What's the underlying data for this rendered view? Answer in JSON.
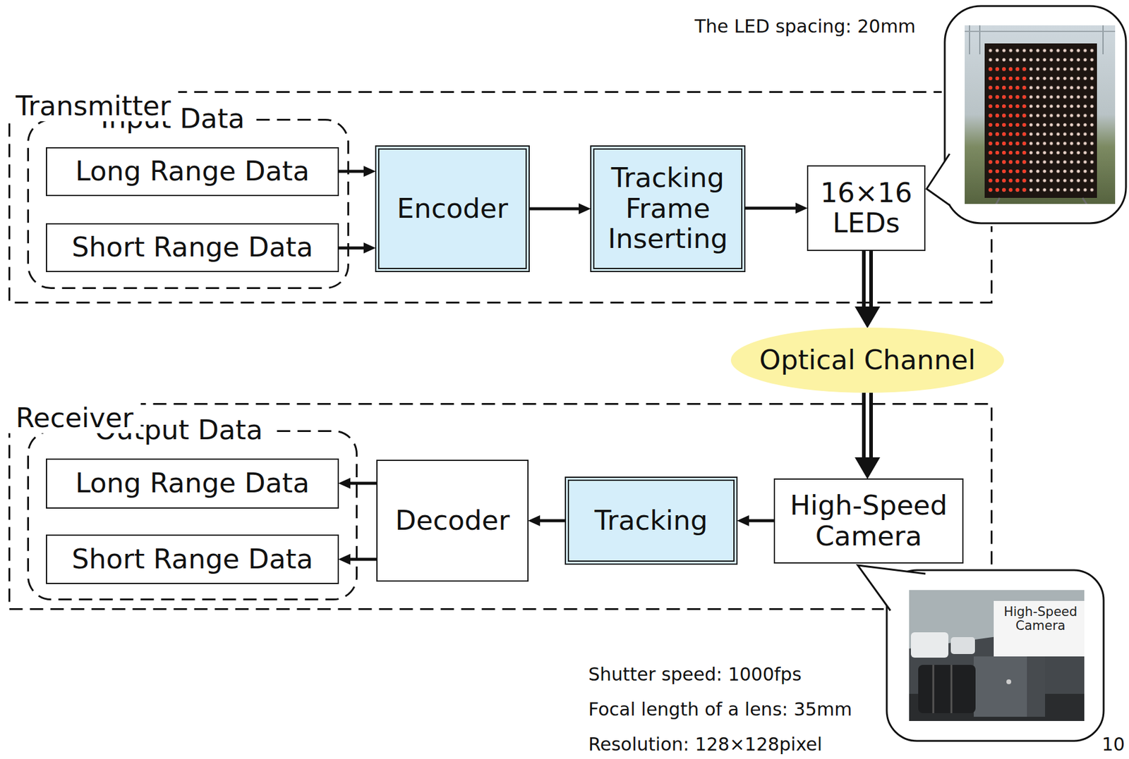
{
  "diagram": {
    "nodes": [
      {
        "text": [
          "Transmitter"
        ]
      },
      {
        "text": [
          "Input Data"
        ],
        "in": 0
      },
      {
        "text": [
          "Long Range Data"
        ],
        "in": 1
      },
      {
        "text": [
          "Short Range Data"
        ],
        "in": 1
      },
      {
        "text": [
          "Encoder"
        ],
        "in": 0
      },
      {
        "text": [
          "Tracking Frame Inserting"
        ],
        "in": 0
      },
      {
        "text": [
          "16×16 LEDs"
        ],
        "in": 0
      },
      {
        "text": [
          "Optical Channel"
        ]
      },
      {
        "text": [
          "Receiver"
        ]
      },
      {
        "text": [
          "Output Data"
        ],
        "in": 8
      },
      {
        "text": [
          "Long Range Data"
        ],
        "in": 9
      },
      {
        "text": [
          "Short Range Data"
        ],
        "in": 9
      },
      {
        "text": [
          "Decoder"
        ],
        "in": 8
      },
      {
        "text": [
          "Tracking"
        ],
        "in": 8
      },
      {
        "text": [
          "High-Speed Camera"
        ],
        "in": 8
      }
    ],
    "edges": [
      {
        "from": 2,
        "to": 4,
        "arrow": "to"
      },
      {
        "from": 3,
        "to": 4,
        "arrow": "to"
      },
      {
        "from": 4,
        "to": 5,
        "arrow": "to"
      },
      {
        "from": 5,
        "to": 6,
        "arrow": "to"
      },
      {
        "from": 6,
        "to": 7,
        "arrow": "to"
      },
      {
        "from": 7,
        "to": 14,
        "arrow": "to"
      },
      {
        "from": 14,
        "to": 13,
        "arrow": "to"
      },
      {
        "from": 13,
        "to": 12,
        "arrow": "to"
      },
      {
        "from": 12,
        "to": 10,
        "arrow": "to"
      },
      {
        "from": 12,
        "to": 11,
        "arrow": "to"
      }
    ],
    "labels": [
      "The LED spacing: 20mm",
      "High-Speed Camera",
      "Shutter speed: 1000fps",
      "Focal length of a lens: 35mm",
      "Resolution: 128×128pixel",
      "10"
    ]
  }
}
